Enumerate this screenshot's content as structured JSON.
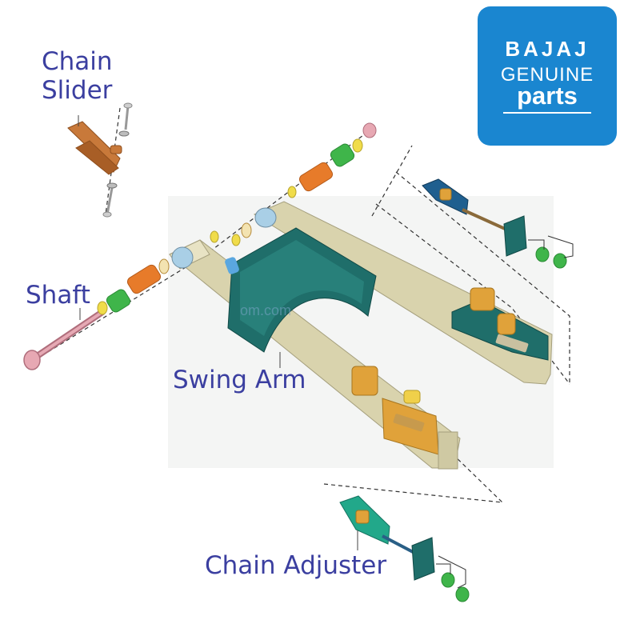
{
  "labels": {
    "chain_slider_line1": "Chain",
    "chain_slider_line2": "Slider",
    "shaft": "Shaft",
    "swing_arm": "Swing Arm",
    "chain_adjuster": "Chain Adjuster"
  },
  "logo": {
    "brand": "BAJAJ",
    "line1": "GENUINE",
    "line2": "parts"
  },
  "watermark": "om.com",
  "colors": {
    "label": "#3b3fa0",
    "logo_bg": "#1a86d0",
    "swing_arm_beige": "#d9d3ad",
    "swing_arm_teal": "#1f6e6a",
    "bracket_orange": "#e0a23a",
    "bushing_orange": "#e77b2a",
    "spacer_green": "#3fb54a",
    "washer_yellow": "#f0dc4a",
    "bolt_pink": "#d98a95",
    "adjuster_blue": "#1f5f8f",
    "adjuster_teal": "#22a88a",
    "slider_brown": "#c8793a"
  }
}
